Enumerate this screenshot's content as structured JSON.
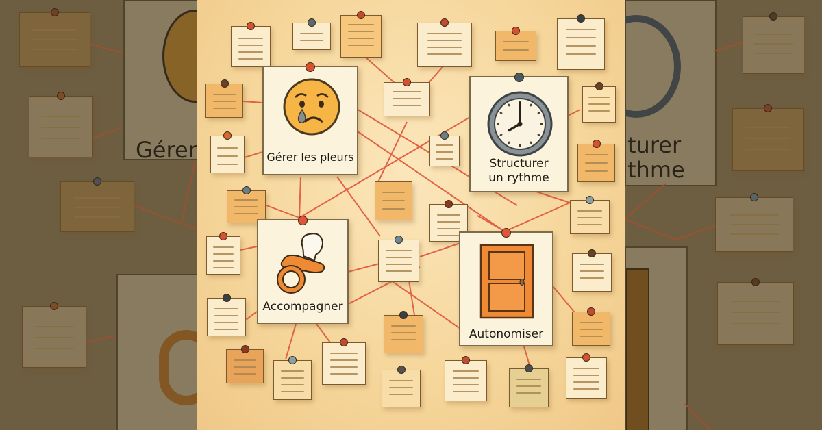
{
  "scene": {
    "description": "Illustrated cork-board style concept map with pinned sticky notes connected by red strings",
    "colors": {
      "background_center": "#f6d79c",
      "background_side": "#857352",
      "string": "#e0553a",
      "card": "#fcf3dc",
      "card_border": "#7d6a48",
      "note_light": "#fbeccb",
      "note_orange": "#f2b86a",
      "pin_red": "#d9502f",
      "pin_gray": "#5d6a70",
      "pin_brown": "#6a4226"
    }
  },
  "cards": [
    {
      "id": "crying",
      "label": "Gérer les pleurs",
      "icon": "crying-face-icon"
    },
    {
      "id": "rhythm",
      "label_line1": "Structurer",
      "label_line2": "un rythme",
      "icon": "clock-icon"
    },
    {
      "id": "accompany",
      "label": "Accompagner",
      "icon": "pacifier-icon"
    },
    {
      "id": "autonomy",
      "label": "Autonomiser",
      "icon": "door-icon"
    }
  ],
  "background_blur": {
    "left_text": "Gérer",
    "right_text_line1": "turer",
    "right_text_line2": "thme"
  }
}
